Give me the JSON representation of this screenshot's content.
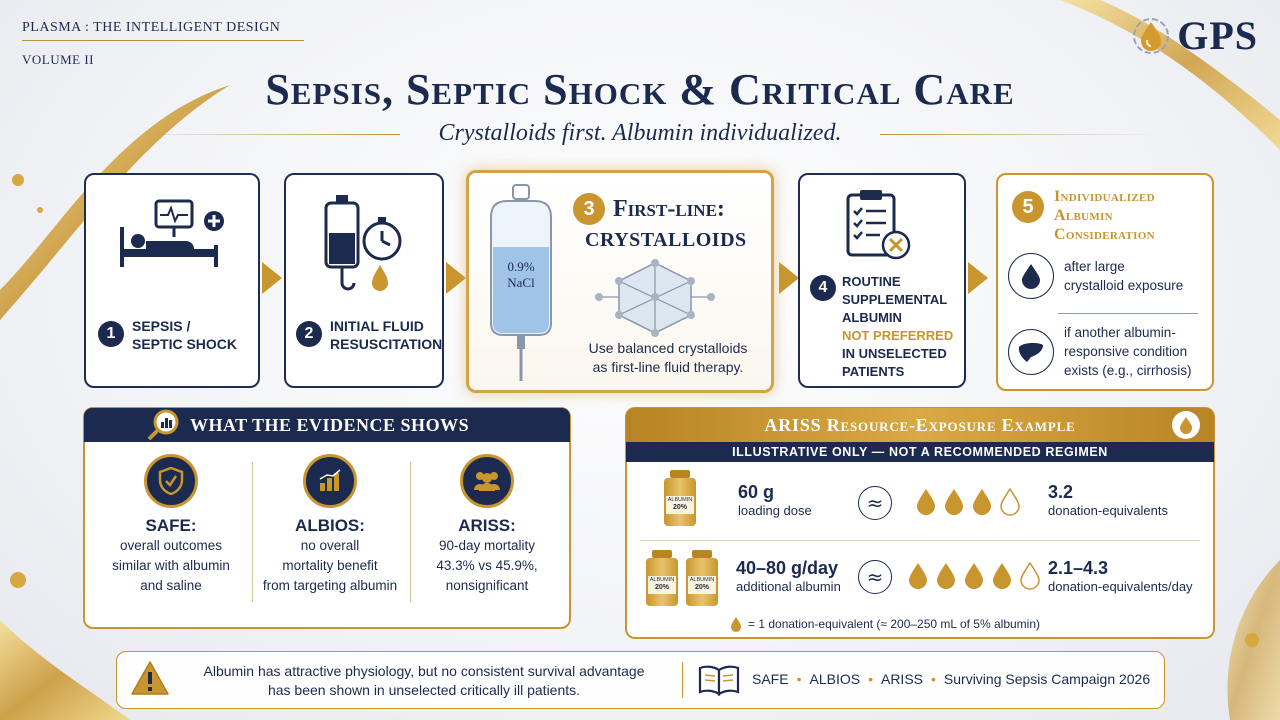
{
  "header": {
    "series": "PLASMA : THE INTELLIGENT DESIGN",
    "volume": "VOLUME II",
    "brand": "GPS"
  },
  "title": "Sepsis, Septic Shock & Critical Care",
  "subtitle": "Crystalloids first. Albumin individualized.",
  "steps": [
    {
      "num": "1",
      "label_line1": "SEPSIS /",
      "label_line2": "SEPTIC SHOCK",
      "icon": "hospital-bed-monitor-icon"
    },
    {
      "num": "2",
      "label_line1": "INITIAL FLUID",
      "label_line2": "RESUSCITATION",
      "icon": "iv-bag-timer-icon"
    },
    {
      "num": "3",
      "title_line1": "First-line:",
      "title_line2": "CRYSTALLOIDS",
      "bag_label_line1": "0.9%",
      "bag_label_line2": "NaCl",
      "text_line1": "Use balanced crystalloids",
      "text_line2": "as first-line fluid therapy.",
      "icon": "saline-bag-icon"
    },
    {
      "num": "4",
      "line1": "ROUTINE",
      "line2": "SUPPLEMENTAL",
      "line3": "ALBUMIN",
      "line4": "NOT PREFERRED",
      "line5": "IN UNSELECTED",
      "line6": "PATIENTS",
      "icon": "clipboard-x-icon"
    },
    {
      "num": "5",
      "title_line1": "Individualized",
      "title_line2": "Albumin",
      "title_line3": "Consideration",
      "items": [
        {
          "line1": "after large",
          "line2": "crystalloid exposure",
          "icon": "drop-icon"
        },
        {
          "line1": "if another albumin-",
          "line2": "responsive condition",
          "line3": "exists (e.g., cirrhosis)",
          "icon": "liver-icon"
        }
      ]
    }
  ],
  "evidence": {
    "header": "WHAT THE EVIDENCE SHOWS",
    "columns": [
      {
        "title": "SAFE:",
        "line1": "overall outcomes",
        "line2": "similar with albumin",
        "line3": "and saline",
        "icon": "shield-check-icon"
      },
      {
        "title": "ALBIOS:",
        "line1": "no overall",
        "line2": "mortality benefit",
        "line3": "from targeting albumin",
        "icon": "bar-chart-icon"
      },
      {
        "title": "ARISS:",
        "line1": "90-day mortality",
        "line2": "43.3% vs 45.9%,",
        "line3": "nonsignificant",
        "icon": "people-group-icon"
      }
    ]
  },
  "ariss": {
    "header": "ARISS Resource-Exposure Example",
    "subheader": "ILLUSTRATIVE ONLY — NOT A RECOMMENDED REGIMEN",
    "bottle_label": "ALBUMIN",
    "bottle_pct": "20%",
    "rows": [
      {
        "dose": "60 g",
        "dose_note": "loading dose",
        "approx": "≈",
        "equiv": "3.2",
        "equiv_note": "donation-equivalents",
        "full_drops": 3,
        "partial_drops": 1
      },
      {
        "dose": "40–80 g/day",
        "dose_note": "additional albumin",
        "approx": "≈",
        "equiv": "2.1–4.3",
        "equiv_note": "donation-equivalents/day",
        "full_drops": 4,
        "partial_drops": 1
      }
    ],
    "legend": "= 1 donation-equivalent (≈ 200–250 mL of 5% albumin)"
  },
  "footer": {
    "warning_line1": "Albumin has attractive physiology, but no consistent survival advantage",
    "warning_line2": "has been shown in unselected critically ill patients.",
    "refs": [
      "SAFE",
      "ALBIOS",
      "ARISS",
      "Surviving Sepsis Campaign 2026"
    ],
    "sep": "•"
  },
  "colors": {
    "navy": "#1b2a4e",
    "gold": "#c8952f",
    "accent_red": "#b3261e"
  }
}
